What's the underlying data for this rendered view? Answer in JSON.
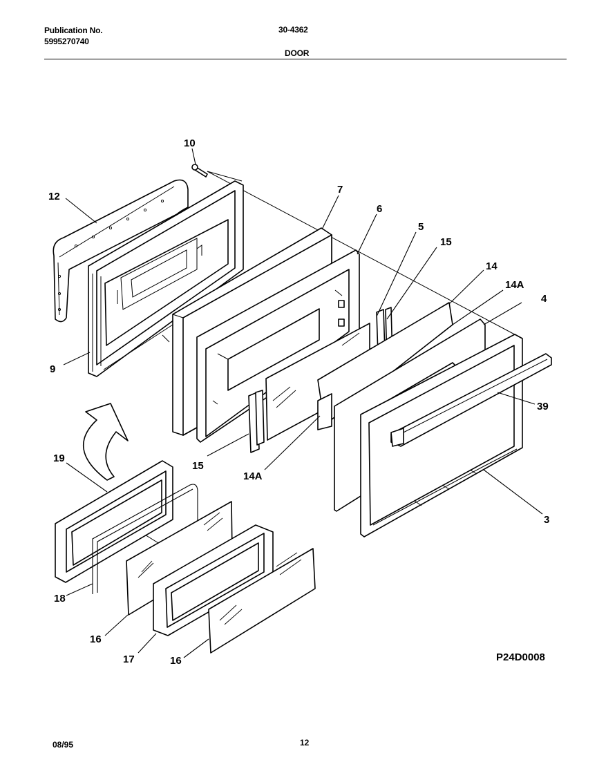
{
  "header": {
    "publication_label": "Publication No.",
    "publication_number": "5995270740",
    "model_number": "30-4362",
    "section_title": "DOOR"
  },
  "diagram": {
    "figure_code": "P24D0008",
    "callouts": {
      "c10": "10",
      "c12": "12",
      "c7": "7",
      "c6": "6",
      "c5": "5",
      "c15a": "15",
      "c14": "14",
      "c14a_top": "14A",
      "c4": "4",
      "c39": "39",
      "c3": "3",
      "c9": "9",
      "c19": "19",
      "c15b": "15",
      "c14a_bot": "14A",
      "c18": "18",
      "c16a": "16",
      "c17": "17",
      "c16b": "16"
    }
  },
  "footer": {
    "date": "08/95",
    "page": "12"
  }
}
